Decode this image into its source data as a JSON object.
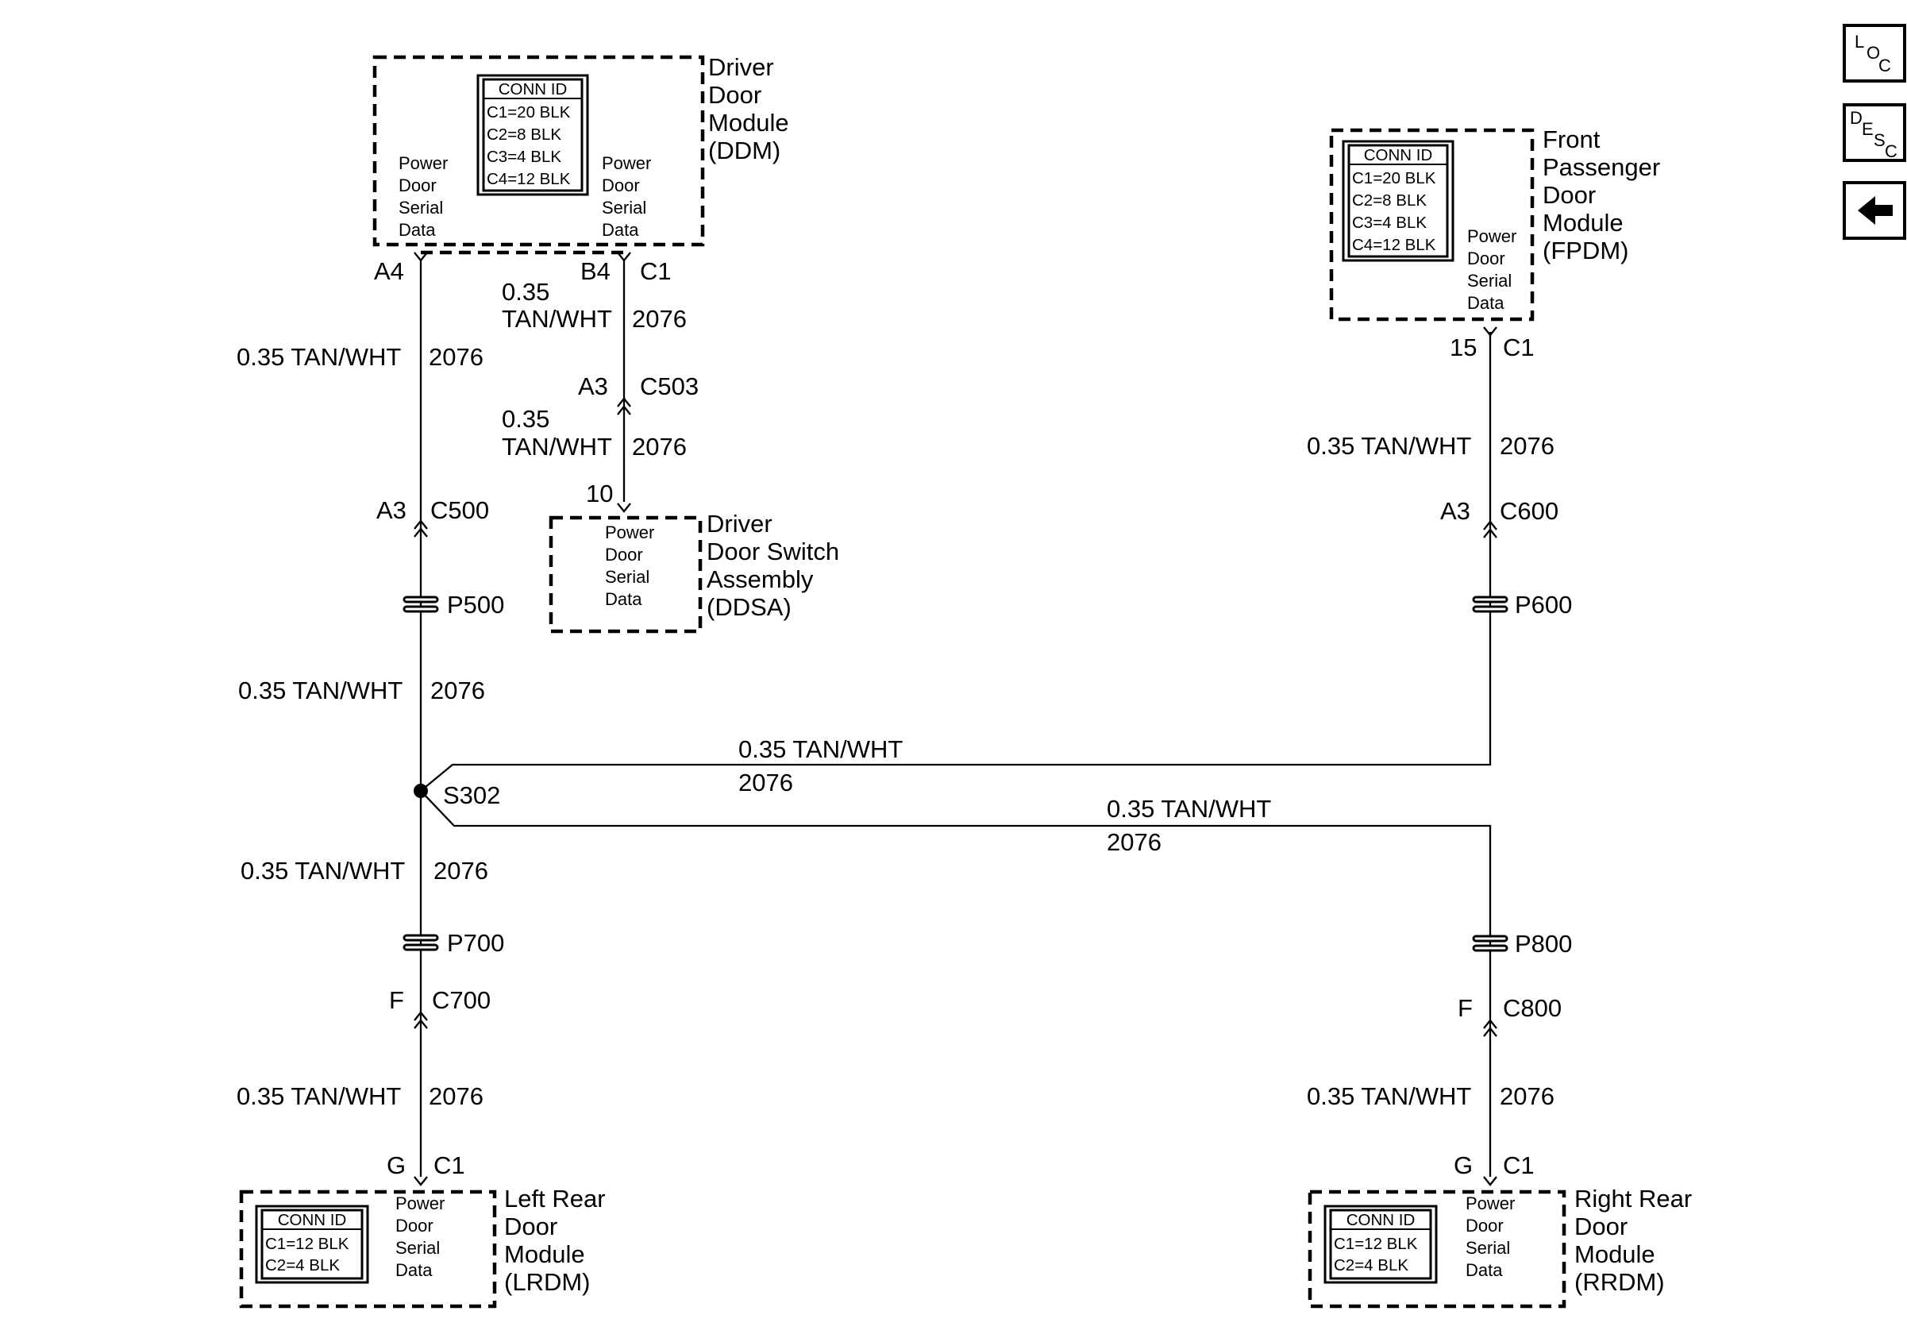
{
  "wire": {
    "size": "0.35",
    "color": "TAN/WHT",
    "full": "0.35 TAN/WHT",
    "circuit": "2076"
  },
  "pin_desc": [
    "Power",
    "Door",
    "Serial",
    "Data"
  ],
  "conn_id_title": "CONN ID",
  "modules": {
    "ddm": {
      "name_lines": [
        "Driver",
        "Door",
        "Module",
        "(DDM)"
      ],
      "conn_ids": [
        "C1=20 BLK",
        "C2=8 BLK",
        "C3=4 BLK",
        "C4=12 BLK"
      ],
      "pin_a4": "A4",
      "pin_b4": "B4",
      "connector": "C1"
    },
    "ddsa": {
      "name_lines": [
        "Driver",
        "Door Switch",
        "Assembly",
        "(DDSA)"
      ],
      "pin": "10"
    },
    "fpdm": {
      "name_lines": [
        "Front",
        "Passenger",
        "Door",
        "Module",
        "(FPDM)"
      ],
      "conn_ids": [
        "C1=20 BLK",
        "C2=8 BLK",
        "C3=4 BLK",
        "C4=12 BLK"
      ],
      "pin": "15",
      "connector": "C1"
    },
    "lrdm": {
      "name_lines": [
        "Left Rear",
        "Door",
        "Module",
        "(LRDM)"
      ],
      "conn_ids": [
        "C1=12 BLK",
        "C2=4 BLK"
      ],
      "pin": "G",
      "connector": "C1"
    },
    "rrdm": {
      "name_lines": [
        "Right Rear",
        "Door",
        "Module",
        "(RRDM)"
      ],
      "conn_ids": [
        "C1=12 BLK",
        "C2=4 BLK"
      ],
      "pin": "G",
      "connector": "C1"
    }
  },
  "connectors": {
    "c503": {
      "pin": "A3",
      "name": "C503"
    },
    "c500": {
      "pin": "A3",
      "name": "C500"
    },
    "c600": {
      "pin": "A3",
      "name": "C600"
    },
    "c700": {
      "pin": "F",
      "name": "C700"
    },
    "c800": {
      "pin": "F",
      "name": "C800"
    }
  },
  "pass_throughs": {
    "p500": "P500",
    "p600": "P600",
    "p700": "P700",
    "p800": "P800"
  },
  "splice": "S302",
  "nav": {
    "loc": [
      "L",
      "O",
      "C"
    ],
    "desc": [
      "D",
      "E",
      "S",
      "C"
    ],
    "back_icon": "left-arrow-icon"
  }
}
